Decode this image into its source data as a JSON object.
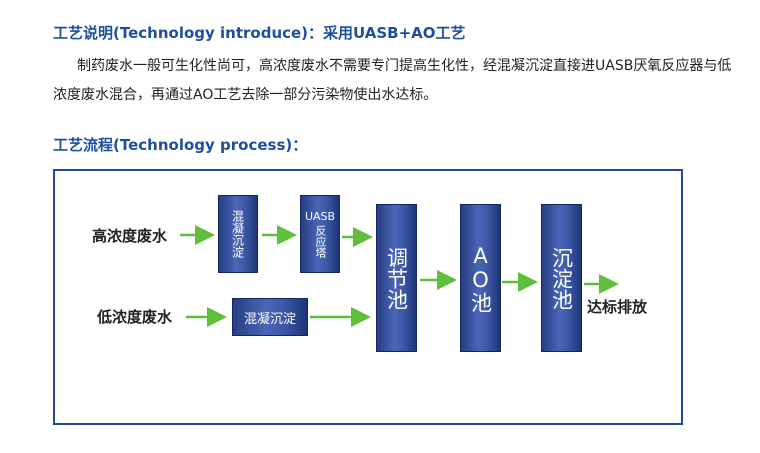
{
  "intro_title": "工艺说明(Technology introduce)：采用UASB+AO工艺",
  "intro_text": "制药废水一般可生化性尚可，高浓度废水不需要专门提高生化性，经混凝沉淀直接进UASB厌氧反应器与低浓度废水混合，再通过AO工艺去除一部分污染物使出水达标。",
  "process_title": "工艺流程(Technology process)：",
  "flow": {
    "input_high": "高浓度废水",
    "input_low": "低浓度废水",
    "coag_high": "混凝沉淀",
    "uasb_line1": "UASB",
    "uasb_line2": "反应塔",
    "coag_low": "混凝沉淀",
    "regulating": "调节池",
    "ao": "AO池",
    "sedimentation": "沉淀池",
    "output": "达标排放"
  },
  "colors": {
    "heading": "#1d4f9e",
    "box": "#3a56a4",
    "arrow": "#5fbf3c",
    "frame": "#1f4c9c"
  }
}
